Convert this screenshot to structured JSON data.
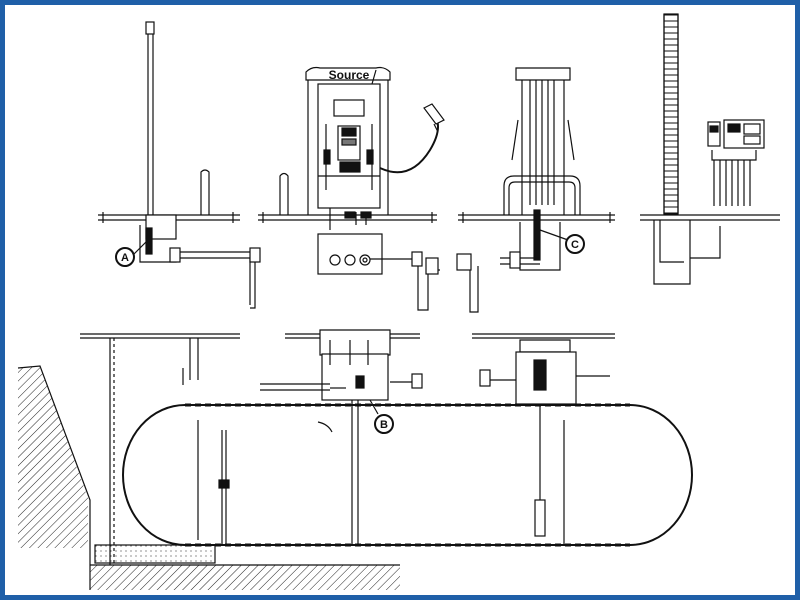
{
  "dispenser": {
    "brand": "Source"
  },
  "callouts": {
    "a": "A",
    "b": "B",
    "c": "C"
  },
  "colors": {
    "border": "#1f5fa8",
    "line": "#111111"
  }
}
